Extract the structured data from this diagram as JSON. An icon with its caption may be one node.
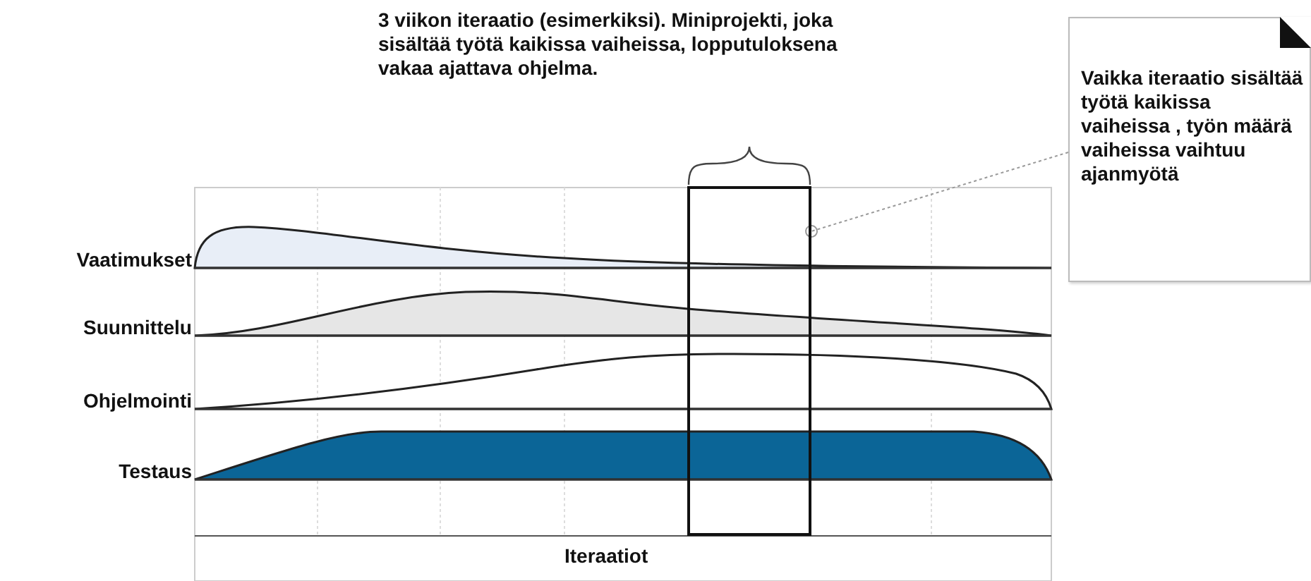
{
  "diagram": {
    "nodes": [
      {
        "text": [
          "3 viikon iteraatio (esimerkiksi). Miniprojekti, joka sisältää työtä kaikissa vaiheissa, lopputuloksena vakaa ajattava ohjelma."
        ]
      },
      {
        "text": [],
        "shape": "box"
      },
      {
        "text": [
          "Vaikka iteraatio sisältää työtä kaikissa vaiheissa , työn määrä vaiheissa vaihtuu ajanmyötä"
        ]
      }
    ],
    "edges": [
      {
        "from": 2,
        "to": 1,
        "arrow": "other",
        "style": "dashed"
      }
    ],
    "labels": [
      "Vaatimukset",
      "Suunnittelu",
      "Ohjelmointi",
      "Testaus",
      "Iteraatiot"
    ]
  }
}
